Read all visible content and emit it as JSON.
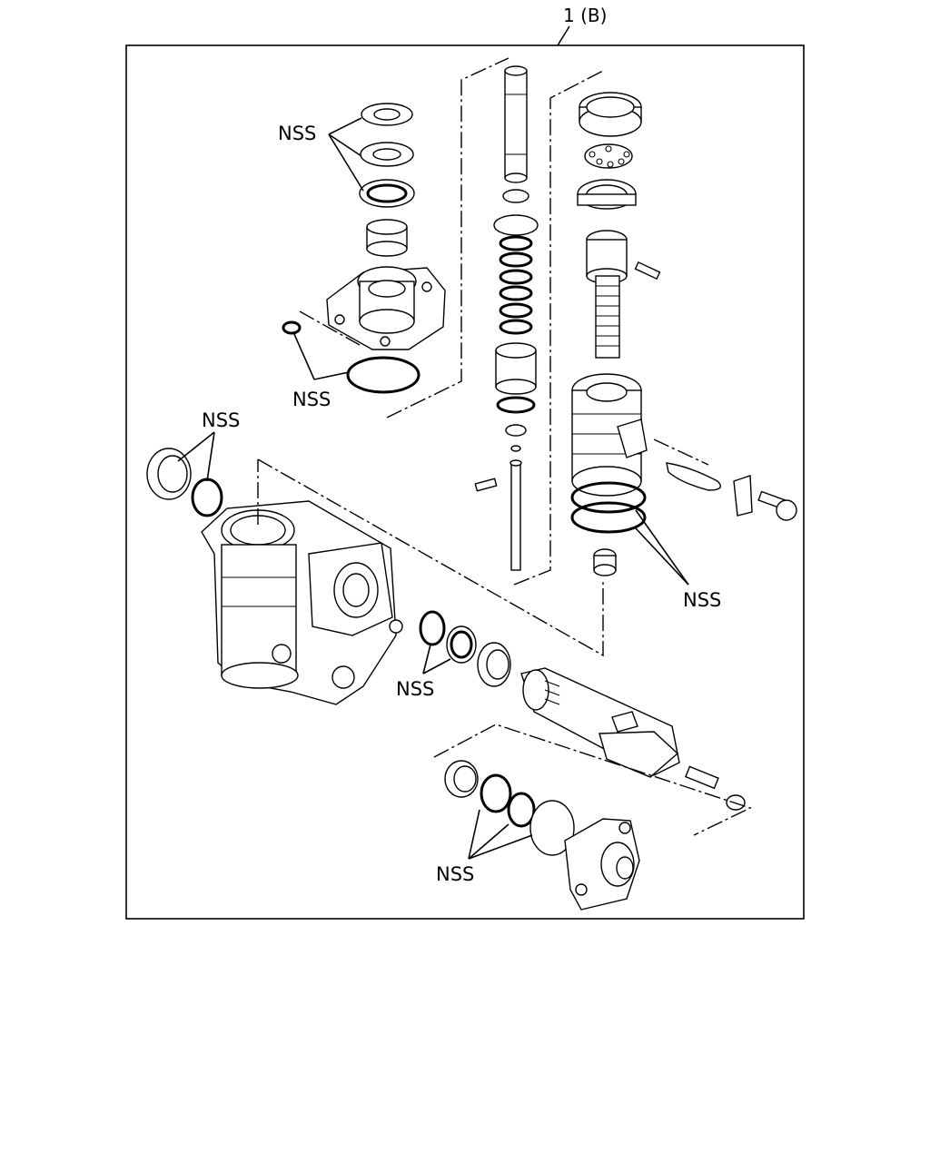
{
  "title": "1 (B)",
  "labels": {
    "nss_top": "NSS",
    "nss_housing_cover": "NSS",
    "nss_left_seal": "NSS",
    "nss_right_seals": "NSS",
    "nss_center_seals": "NSS",
    "nss_bottom_seals": "NSS"
  }
}
